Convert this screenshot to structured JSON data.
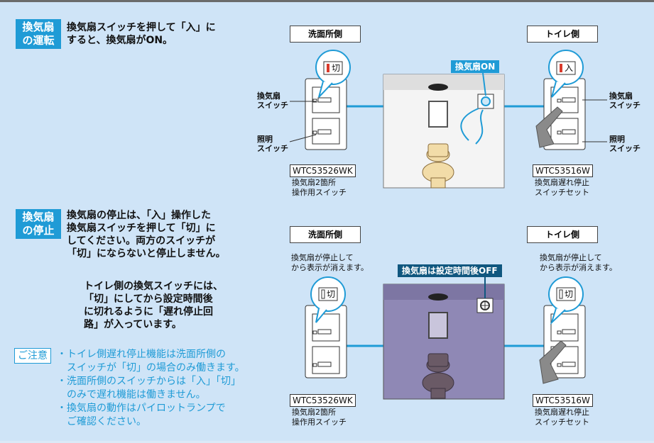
{
  "top": {
    "badge": [
      "換気扇",
      "の運転"
    ],
    "desc": [
      "換気扇スイッチを押して「入」に",
      "すると、換気扇がON。"
    ],
    "left_side": "洗面所側",
    "right_side": "トイレ側",
    "callout": "換気扇ON",
    "left_switch_state": "切",
    "right_switch_state": "入",
    "fan_switch_label": [
      "換気扇",
      "スイッチ"
    ],
    "light_switch_label": [
      "照明",
      "スイッチ"
    ],
    "left_model": "WTC53526WK",
    "left_model_desc": [
      "換気扇2箇所",
      "操作用スイッチ"
    ],
    "right_model": "WTC53516W",
    "right_model_desc": [
      "換気扇遅れ停止",
      "スイッチセット"
    ]
  },
  "bottom": {
    "badge": [
      "換気扇",
      "の停止"
    ],
    "desc": [
      "換気扇の停止は、「入」操作した",
      "換気扇スイッチを押して「切」に",
      "してください。両方のスイッチが",
      "「切」にならないと停止しません。"
    ],
    "note": [
      "トイレ側の換気スイッチには、",
      "「切」にしてから設定時間後",
      "に切れるように「遅れ停止回",
      "路」が入っています。"
    ],
    "caution_label": "ご注意",
    "cautions": [
      "・トイレ側遅れ停止機能は洗面所側の",
      "　スイッチが「切」の場合のみ働きます。",
      "・洗面所側のスイッチからは「入」「切」",
      "　のみで遅れ機能は働きません。",
      "・換気扇の動作はパイロットランプで",
      "　ご確認ください。"
    ],
    "left_side": "洗面所側",
    "right_side": "トイレ側",
    "left_note": [
      "換気扇が停止して",
      "から表示が消えます。"
    ],
    "right_note": [
      "換気扇が停止して",
      "から表示が消えます。"
    ],
    "callout": "換気扇は設定時間後OFF",
    "left_switch_state": "切",
    "right_switch_state": "切",
    "left_model": "WTC53526WK",
    "left_model_desc": [
      "換気扇2箇所",
      "操作用スイッチ"
    ],
    "right_model": "WTC53516W",
    "right_model_desc": [
      "換気扇遅れ停止",
      "スイッチセット"
    ]
  },
  "colors": {
    "accent": "#1f9bd6",
    "dark_accent": "#10577f",
    "background": "#cfe4f7",
    "lamp_on": "#d93a2b"
  }
}
